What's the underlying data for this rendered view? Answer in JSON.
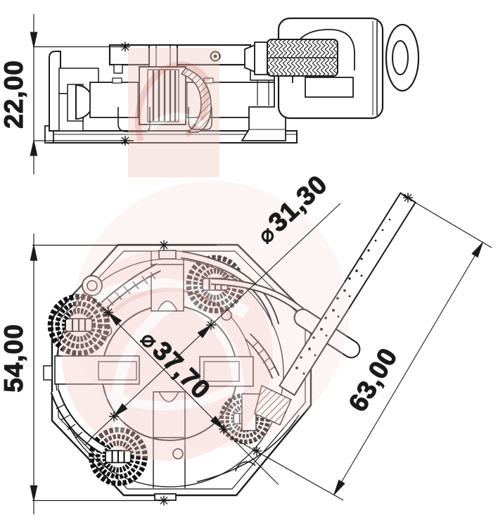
{
  "dimensions": {
    "side_height": {
      "value": "22,00"
    },
    "front_height": {
      "value": "54,00"
    },
    "lead_length": {
      "value": "63,00"
    },
    "pitch_diameter": {
      "symbol": "⌀",
      "value": "31,30"
    },
    "bore_diameter": {
      "symbol": "⌀",
      "value": "37,70"
    }
  },
  "colors": {
    "line": "#1b1b1b",
    "watermark_pink": "#f0c8c1",
    "watermark_red": "#dc8f88",
    "background": "#ffffff"
  }
}
